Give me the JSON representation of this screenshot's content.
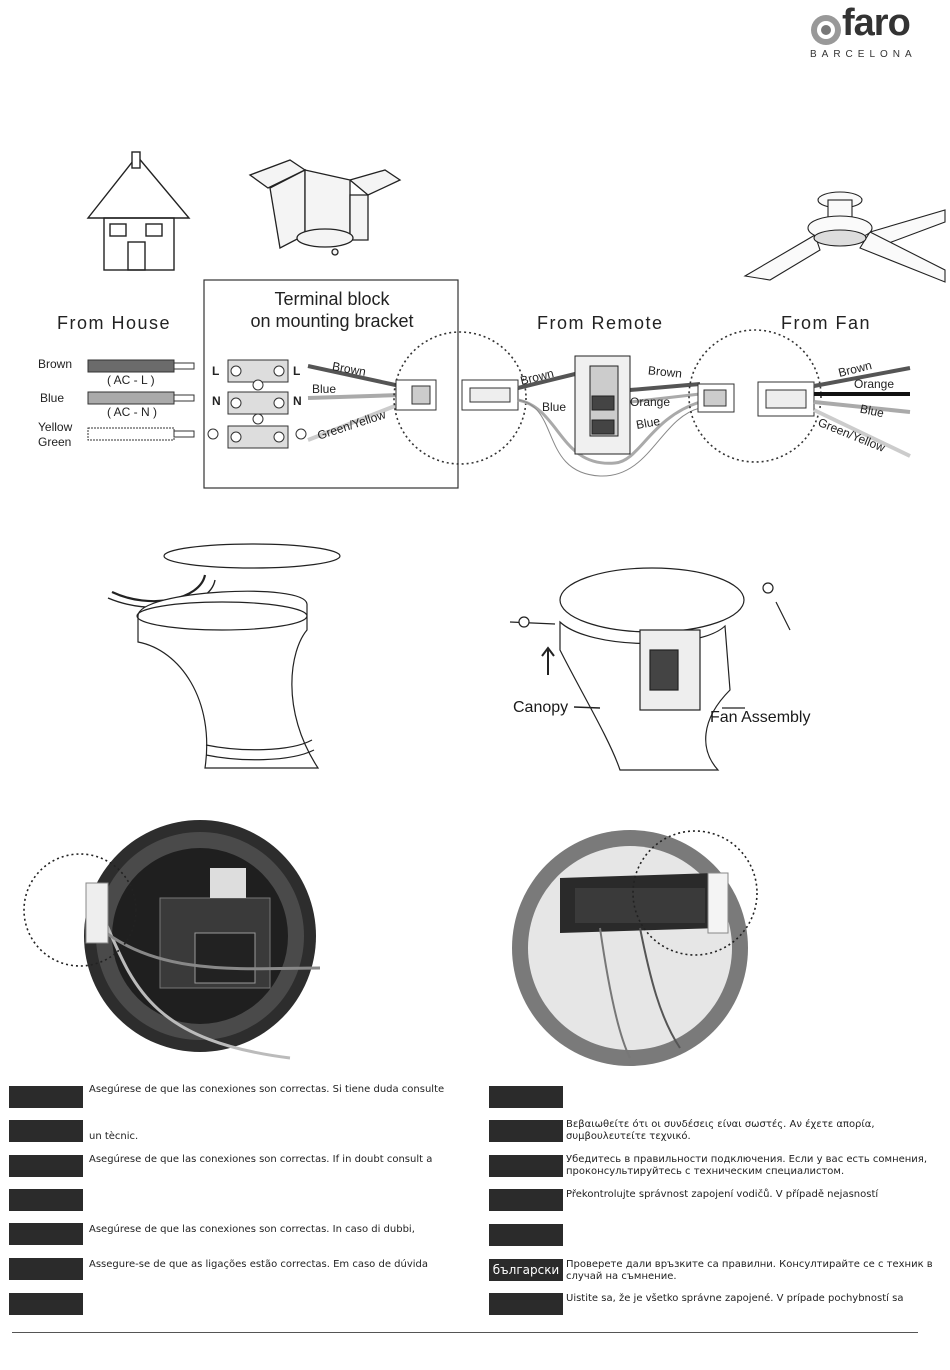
{
  "brand": {
    "name": "faro",
    "sub": "BARCELONA"
  },
  "wiring": {
    "headings": {
      "house": "From House",
      "remote": "From Remote",
      "fan": "From Fan"
    },
    "terminal_block": {
      "line1": "Terminal block",
      "line2": "on mounting bracket"
    },
    "house_wires": {
      "brown": "Brown",
      "brown_tag": "( AC - L )",
      "blue": "Blue",
      "blue_tag": "( AC - N )",
      "yg1": "Yellow",
      "yg2": "Green"
    },
    "block_letters": {
      "l": "L",
      "n": "N"
    },
    "block_wires": {
      "brown": "Brown",
      "blue": "Blue",
      "gy": "Green/Yellow"
    },
    "remote_wires": {
      "brown_in": "Brown",
      "blue_in": "Blue",
      "brown_out": "Brown",
      "orange_out": "Orange",
      "blue_out": "Blue"
    },
    "fan_wires": {
      "brown": "Brown",
      "orange": "Orange",
      "blue": "Blue",
      "gy": "Green/Yellow"
    }
  },
  "assembly": {
    "canopy": "Canopy",
    "fan_assembly": "Fan Assembly"
  },
  "languages_left": [
    {
      "label": "",
      "text": "Asegúrese de que las conexiones son correctas. Si tiene duda consulte"
    },
    {
      "label": "",
      "text": "un tècnic."
    },
    {
      "label": "",
      "text": "Asegúrese de que las conexiones son correctas. If in doubt consult a"
    },
    {
      "label": "",
      "text": ""
    },
    {
      "label": "",
      "text": "Asegúrese de que las conexiones son correctas. In caso di dubbi,"
    },
    {
      "label": "",
      "text": "Assegure-se de que as ligações estão correctas. Em caso de dúvida"
    },
    {
      "label": "",
      "text": ""
    }
  ],
  "languages_right": [
    {
      "label": "",
      "text": ""
    },
    {
      "label": "",
      "text": "Βεβαιωθείτε ότι οι συνδέσεις είναι σωστές. Αν έχετε απορία, συμβουλευτείτε τεχνικό."
    },
    {
      "label": "",
      "text": "Убедитесь в правильности подключения. Если у вас есть сомнения, проконсультируйтесь с техническим специалистом."
    },
    {
      "label": "",
      "text": "Překontrolujte správnost zapojení vodičů. V případě nejasností"
    },
    {
      "label": "",
      "text": ""
    },
    {
      "label": "български",
      "text": "Проверете дали връзките са правилни. Консултирайте се с техник в случай на съмнение."
    },
    {
      "label": "",
      "text": "Uistite sa, že je všetko správne zapojené. V prípade pochybností sa"
    }
  ]
}
